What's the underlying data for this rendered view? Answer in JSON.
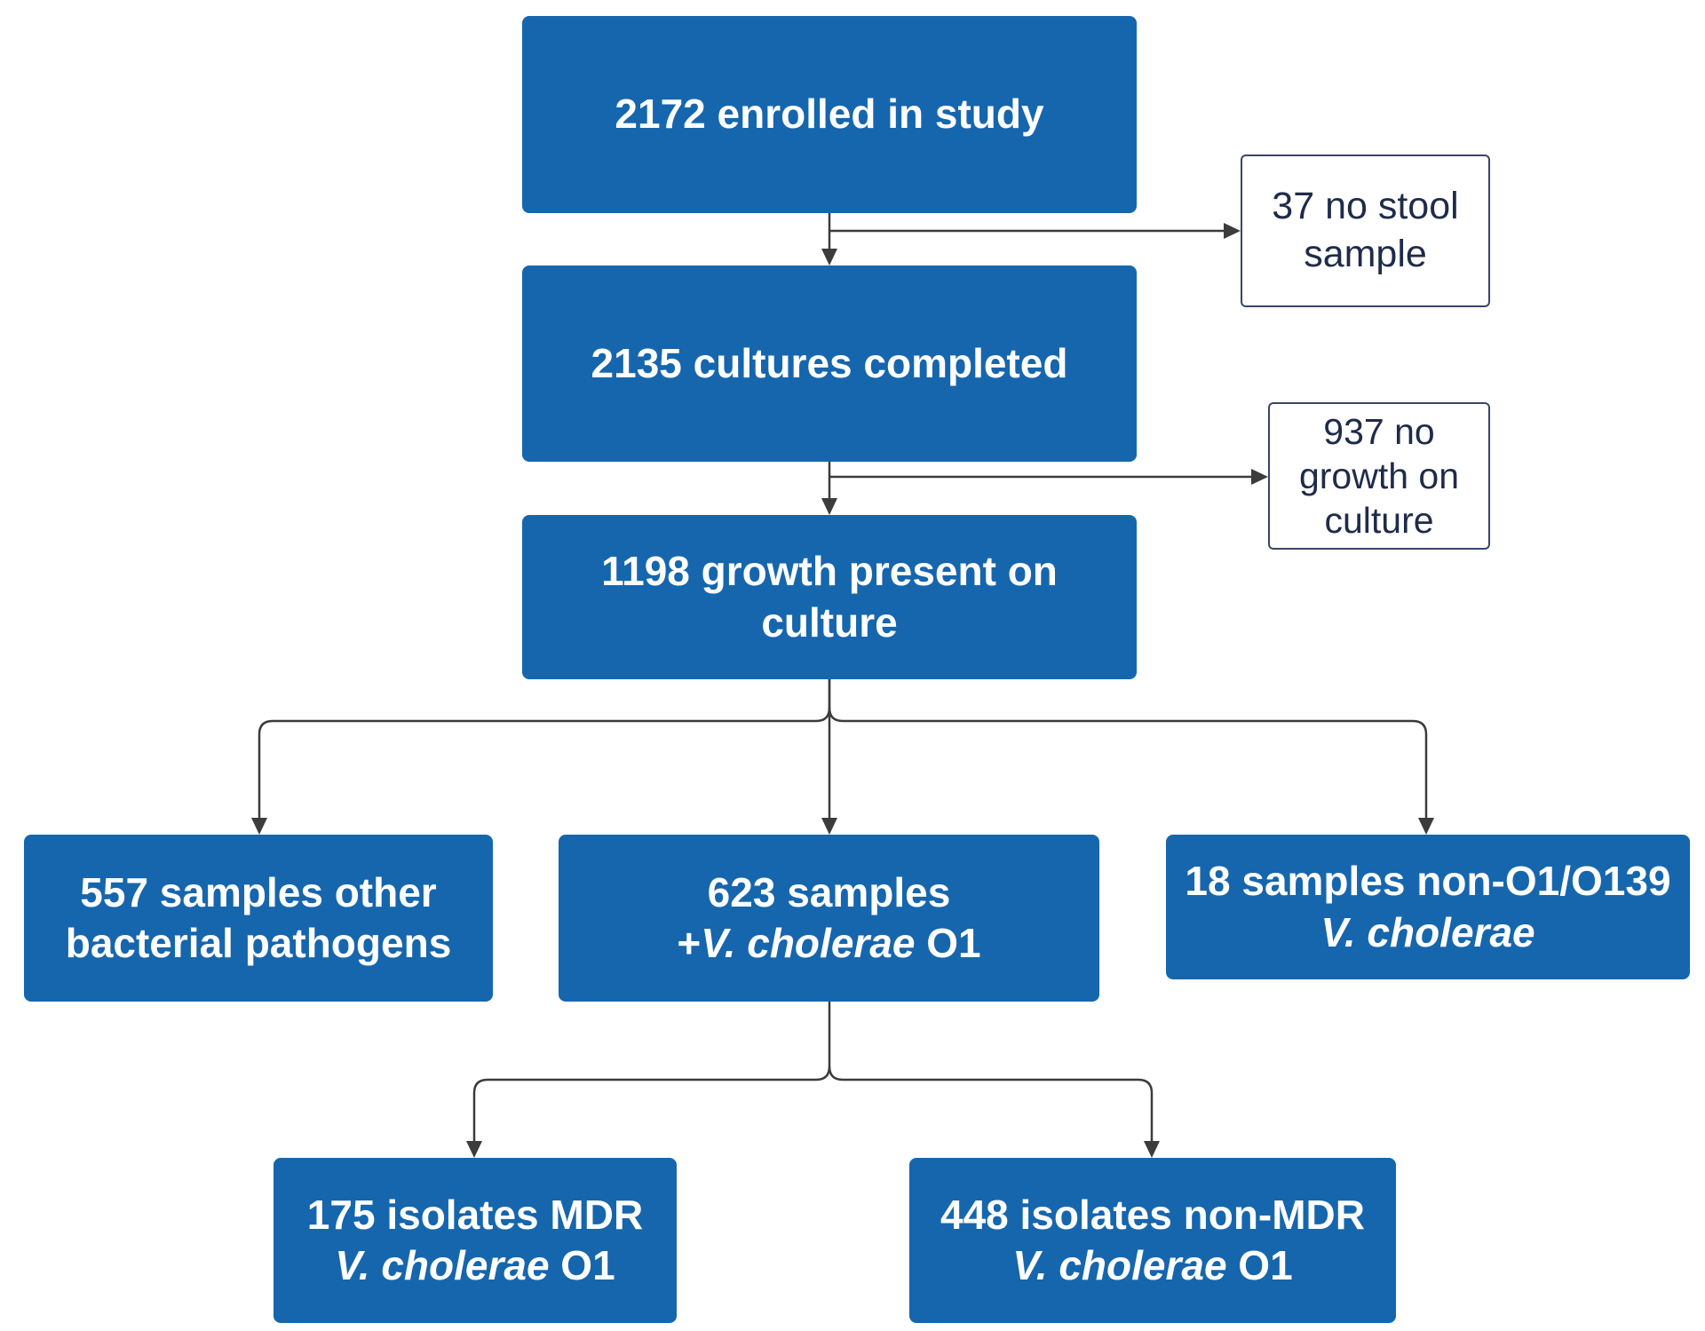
{
  "diagram": {
    "enrolled": {
      "text": "2172 enrolled in study"
    },
    "no_stool": {
      "line1": "37 no stool",
      "line2": "sample"
    },
    "cultures": {
      "text": "2135 cultures completed"
    },
    "no_growth": {
      "line1": "937 no",
      "line2": "growth on",
      "line3": "culture"
    },
    "growth": {
      "line1": "1198 growth present on",
      "line2": "culture"
    },
    "other_pathogens": {
      "line1": "557 samples other",
      "line2": "bacterial pathogens"
    },
    "vc_o1": {
      "line1": "623 samples",
      "prefix": "+",
      "italic": "V. cholerae",
      "suffix": " O1"
    },
    "non_o1": {
      "line1": "18 samples non-O1/O139",
      "italic": "V. cholerae"
    },
    "mdr": {
      "line1": "175 isolates MDR",
      "italic": "V. cholerae",
      "suffix": " O1"
    },
    "non_mdr": {
      "line1": "448 isolates non-MDR",
      "italic": "V. cholerae",
      "suffix": " O1"
    }
  },
  "colors": {
    "box_fill": "#1666ae",
    "box_text": "#ffffff",
    "note_border": "#3a4666",
    "note_text": "#1f2b4a",
    "connector": "#3c3c3c"
  }
}
